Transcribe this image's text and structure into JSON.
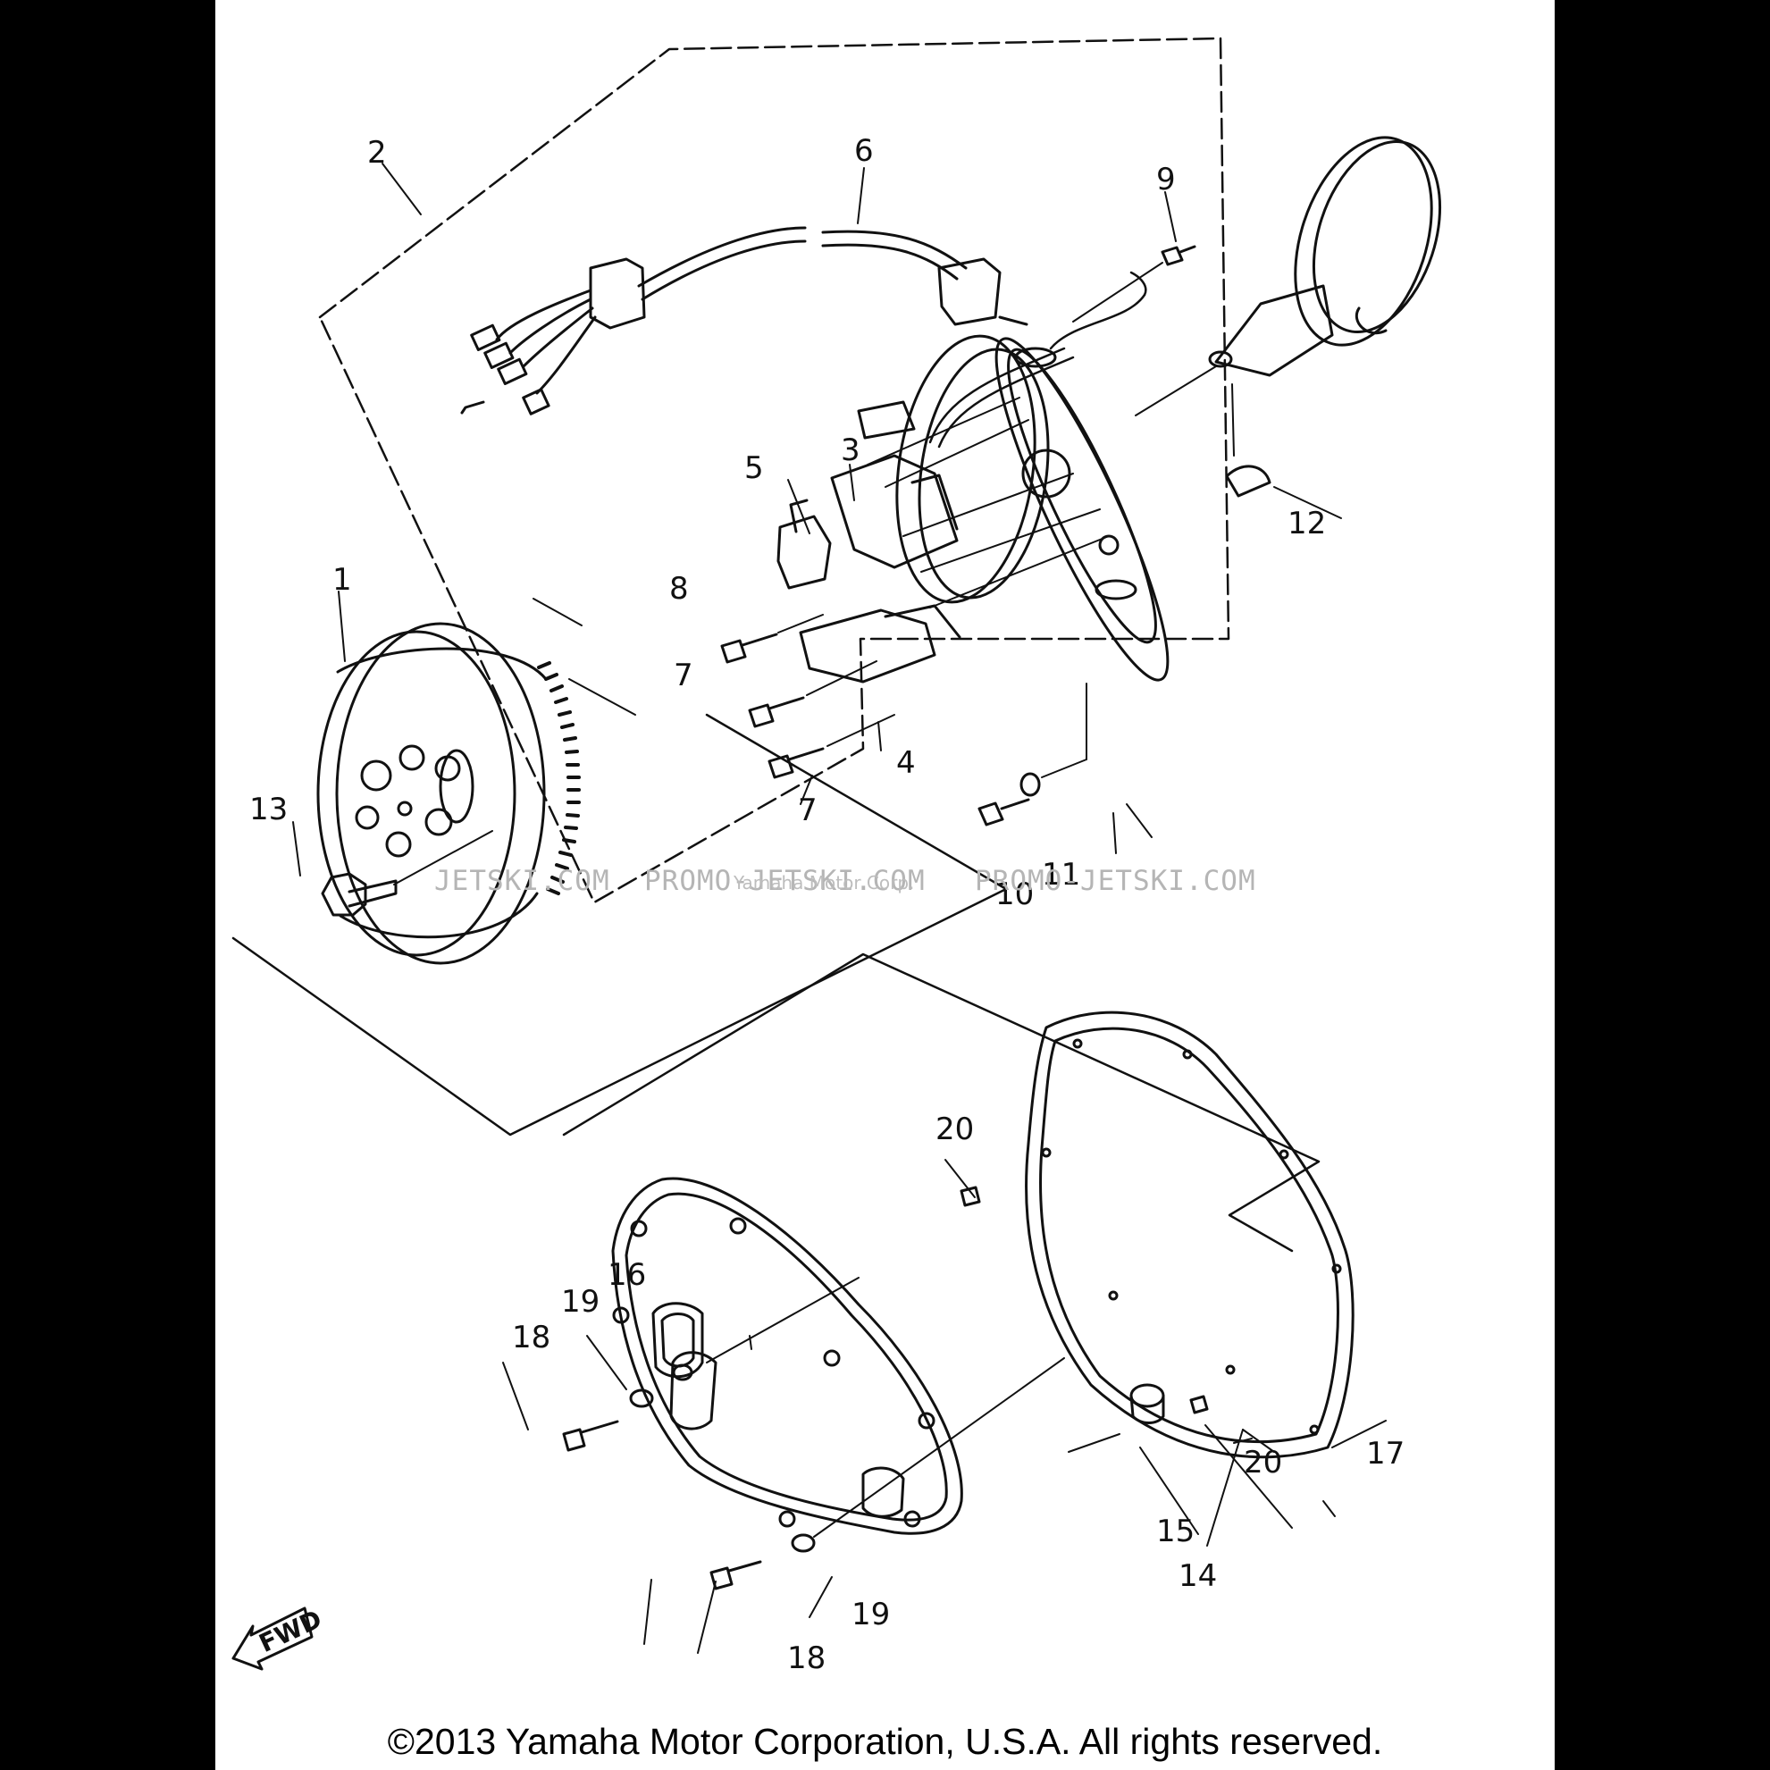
{
  "callouts": {
    "c1": "1",
    "c2": "2",
    "c3": "3",
    "c4": "4",
    "c5": "5",
    "c6": "6",
    "c7a": "7",
    "c7b": "7",
    "c8": "8",
    "c9": "9",
    "c10": "10",
    "c11": "11",
    "c12": "12",
    "c13": "13",
    "c14": "14",
    "c15": "15",
    "c16": "16",
    "c17": "17",
    "c18a": "18",
    "c18b": "18",
    "c19a": "19",
    "c19b": "19",
    "c20a": "20",
    "c20b": "20"
  },
  "direction_marker": "FWD",
  "watermark": {
    "left": "JETSKI.COM",
    "mid": "PROMO-JETSKI.COM",
    "right": "PROMO-JETSKI.COM",
    "overlay": "Yamaha Motor Corp."
  },
  "copyright": "©2013 Yamaha Motor Corporation, U.S.A. All rights reserved."
}
